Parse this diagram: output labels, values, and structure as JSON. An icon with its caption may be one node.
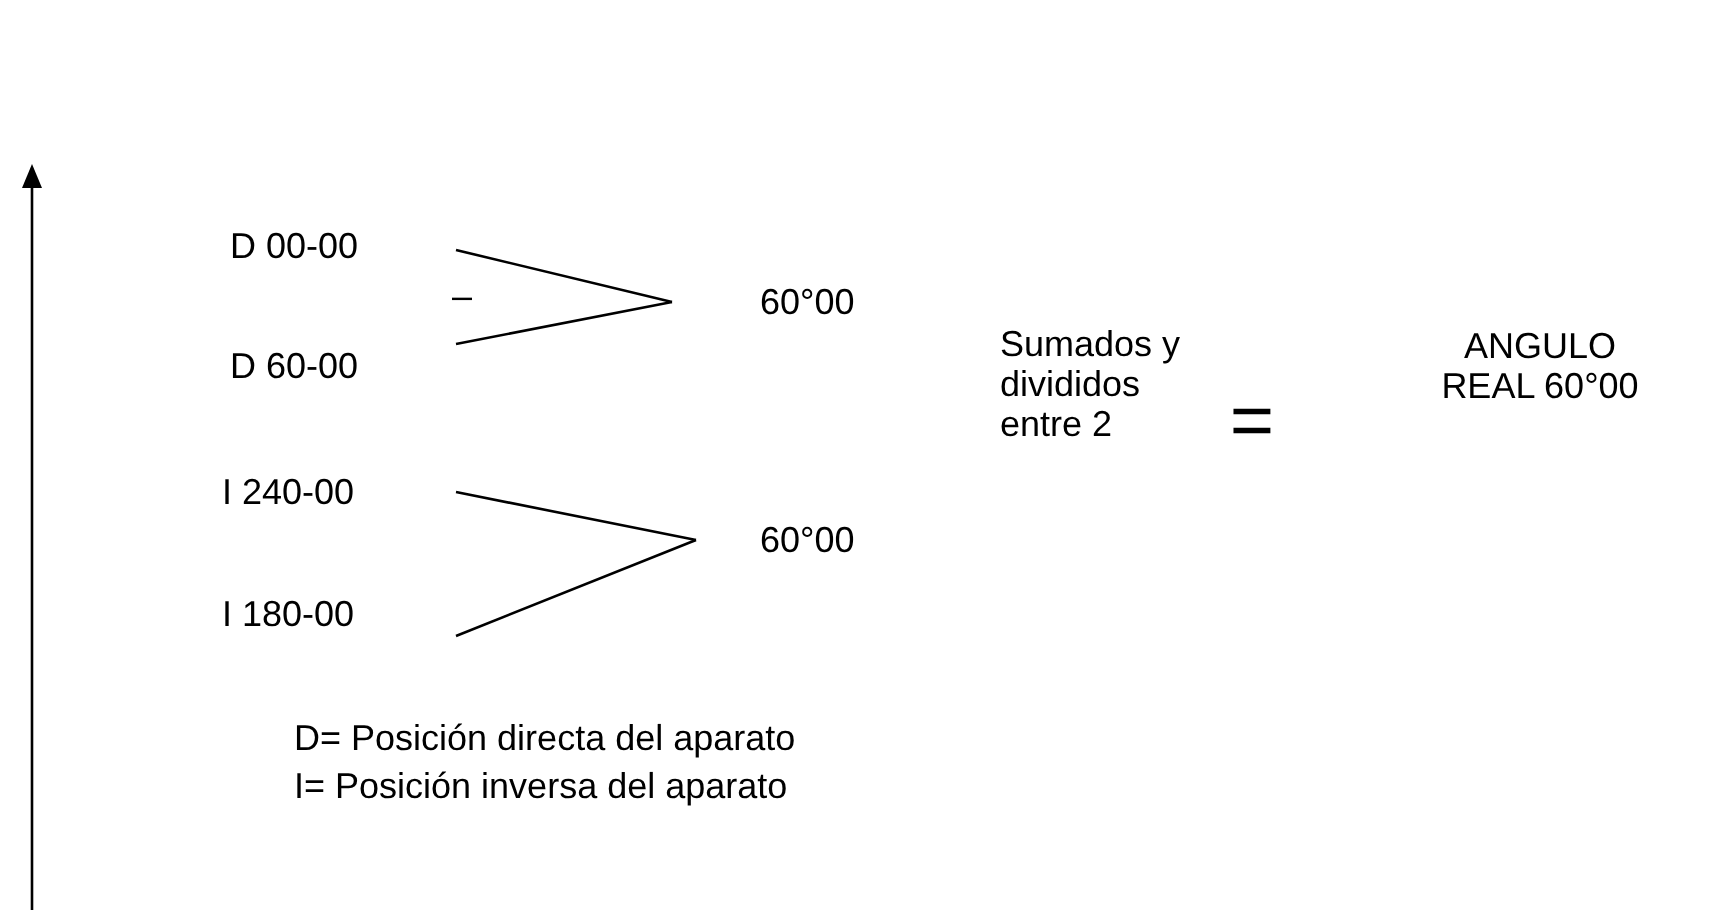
{
  "diagram": {
    "nodes": [
      {
        "text": [
          "D 00-00"
        ]
      },
      {
        "text": [
          "D 60-00"
        ]
      },
      {
        "text": [
          "60°00"
        ]
      },
      {
        "text": [
          "I 240-00"
        ]
      },
      {
        "text": [
          "I 180-00"
        ]
      },
      {
        "text": [
          "60°00"
        ]
      }
    ],
    "edges": [
      {
        "from": 0,
        "to": 2,
        "arrow": "none"
      },
      {
        "from": 1,
        "to": 2,
        "arrow": "none"
      },
      {
        "from": 3,
        "to": 5,
        "arrow": "none"
      },
      {
        "from": 4,
        "to": 5,
        "arrow": "none"
      }
    ],
    "labels": [
      "–",
      "Sumados y divididos entre 2",
      "=",
      "ANGULO REAL 60°00",
      "D= Posición directa del aparato",
      "I= Posición inversa del aparato"
    ]
  }
}
